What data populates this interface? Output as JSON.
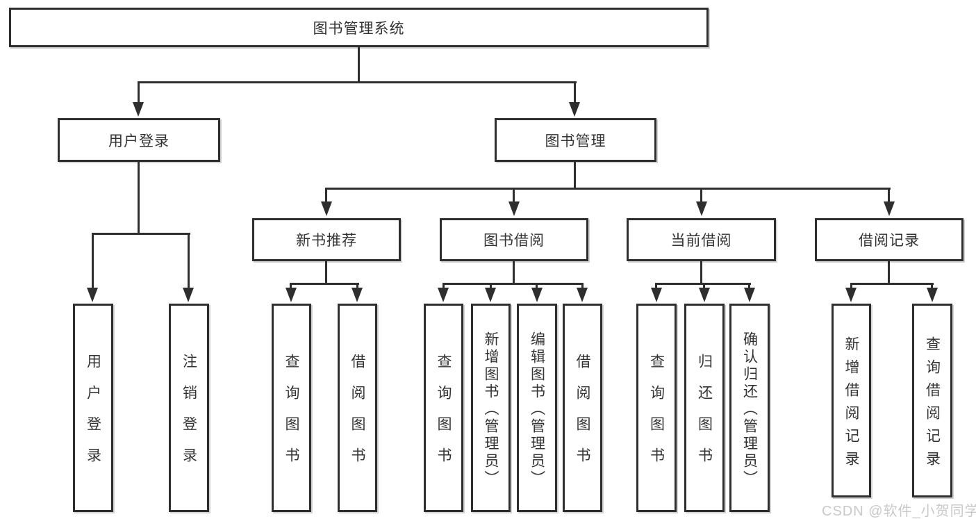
{
  "diagram": {
    "root": {
      "label": "图书管理系统"
    },
    "branches": {
      "user": {
        "label": "用户登录",
        "children": [
          "用户登录",
          "注销登录"
        ]
      },
      "books": {
        "label": "图书管理",
        "sections": [
          {
            "label": "新书推荐",
            "children": [
              "查询图书",
              "借阅图书"
            ]
          },
          {
            "label": "图书借阅",
            "children": [
              "查询图书",
              "新增图书（管理员）",
              "编辑图书（管理员）",
              "借阅图书"
            ]
          },
          {
            "label": "当前借阅",
            "children": [
              "查询图书",
              "归还图书",
              "确认归还（管理员）"
            ]
          },
          {
            "label": "借阅记录",
            "children": [
              "新增借阅记录",
              "查询借阅记录"
            ]
          }
        ]
      }
    }
  },
  "watermark": {
    "text": "CSDN @软件_小贺同学"
  },
  "colors": {
    "line": "#2e2e2e",
    "box_border": "#2e2e2e",
    "text": "#333333",
    "background": "#ffffff",
    "watermark": "#c9c9c9"
  }
}
